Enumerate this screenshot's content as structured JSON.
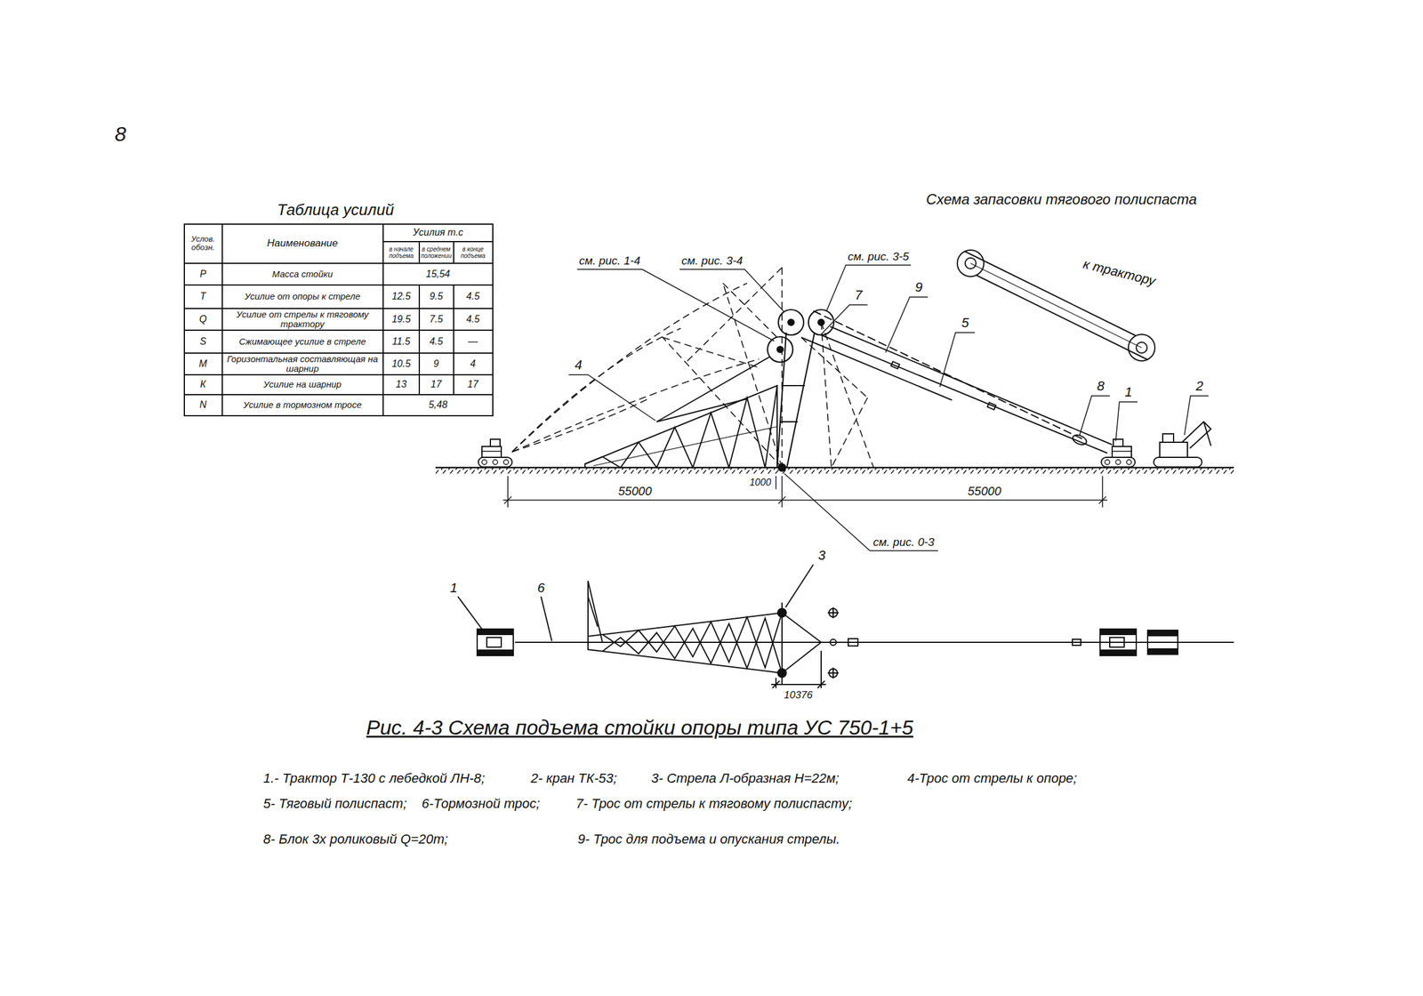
{
  "diagram": {
    "caption": "Рис. 4-3 Схема подъема стойки опоры типа УС 750-1+5",
    "labels": [
      "8",
      "Таблица усилий",
      "Услов. обозн.",
      "Наименование",
      "Усилия т.с",
      "в начале подъема",
      "в среднем положении",
      "в конце подъема",
      "Р",
      "Масса стойки",
      "15,54",
      "Т",
      "Усилие от опоры к стреле",
      "12.5",
      "9.5",
      "4.5",
      "Q",
      "Усилие от стрелы к тяговому трактору",
      "19.5",
      "7.5",
      "4.5",
      "S",
      "Сжимающее усилие в стреле",
      "11.5",
      "4.5",
      "—",
      "М",
      "Горизонтальная составляющая на шарнир",
      "10.5",
      "9",
      "4",
      "К",
      "Усилие на шарнир",
      "13",
      "17",
      "17",
      "N",
      "Усилие в тормозном тросе",
      "5,48",
      "Схема запасовки тягового полиспаста",
      "к трактору",
      "см. рис. 1-4",
      "см. рис. 3-4",
      "см. рис. 3-5",
      "7",
      "9",
      "5",
      "4",
      "8",
      "1",
      "2",
      "1000",
      "55000",
      "55000",
      "см. рис. 0-3",
      "3",
      "1",
      "6",
      "10376",
      "1.- Трактор Т-130 с лебедкой ЛН-8;",
      "2- кран ТК-53;",
      "3- Стрела Л-образная Н=22м;",
      "4-Трос от стрелы к опоре;",
      "5- Тяговый полиспаст;",
      "6-Тормозной трос;",
      "7- Трос от стрелы к тяговому полиспасту;",
      "8- Блок 3х роликовый Q=20т;",
      "9- Трос для подъема и опускания стрелы."
    ]
  }
}
